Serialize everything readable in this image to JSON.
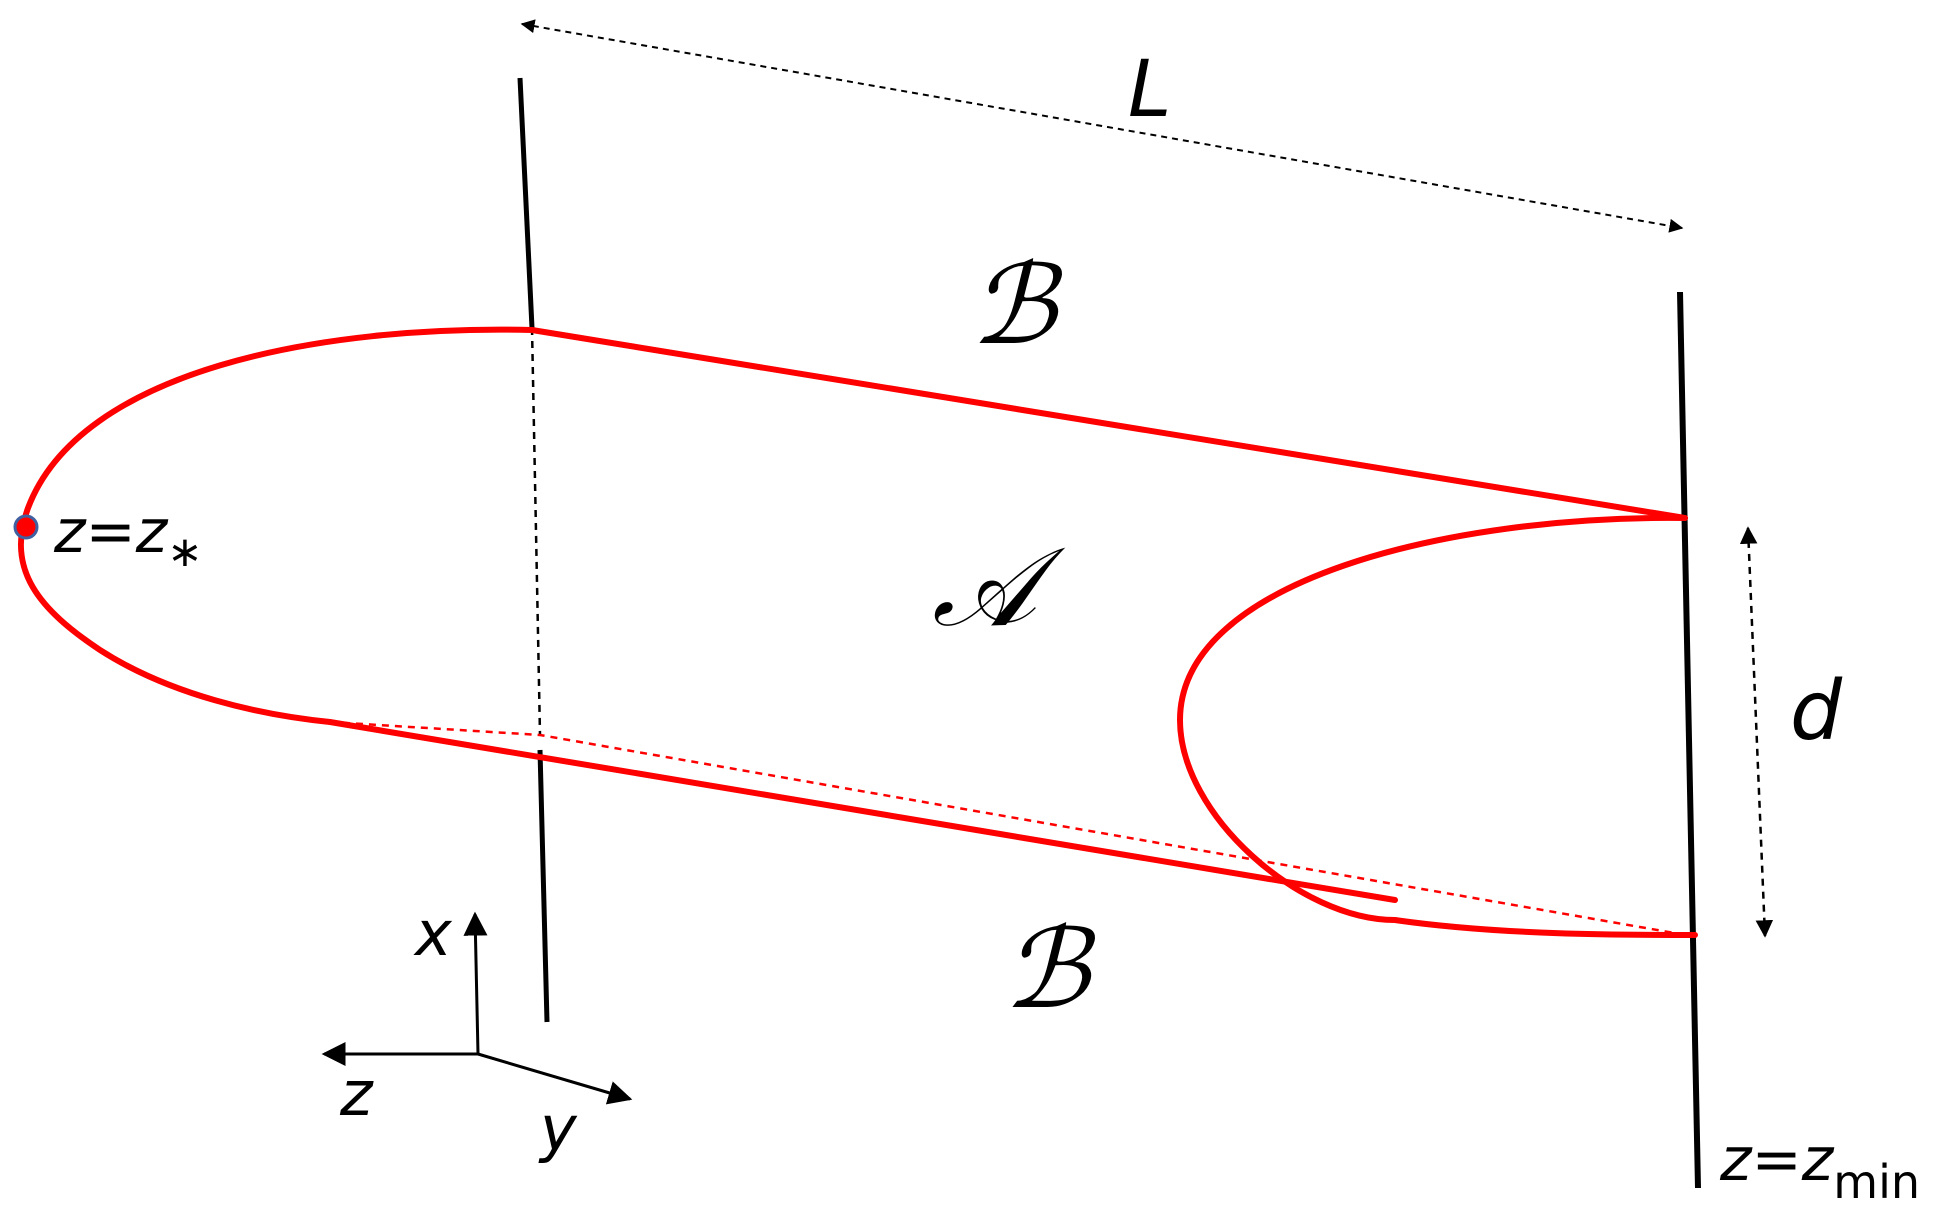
{
  "labels": {
    "length": "L",
    "region_outer_top": "ℬ",
    "region_inner": "𝒜",
    "region_outer_bottom": "ℬ",
    "separation": "d",
    "tip_z": "z",
    "tip_eq": "=",
    "tip_zs": "z",
    "tip_sub": "∗",
    "boundary_z": "z",
    "boundary_eq": "=",
    "boundary_zs": "z",
    "boundary_sub": "min",
    "axis_x": "x",
    "axis_y": "y",
    "axis_z": "z"
  },
  "colors": {
    "surface": "#ff0000",
    "brane": "#000000",
    "marker_fill": "#ff0000",
    "marker_stroke": "#4060a0",
    "dimension": "#000000"
  }
}
